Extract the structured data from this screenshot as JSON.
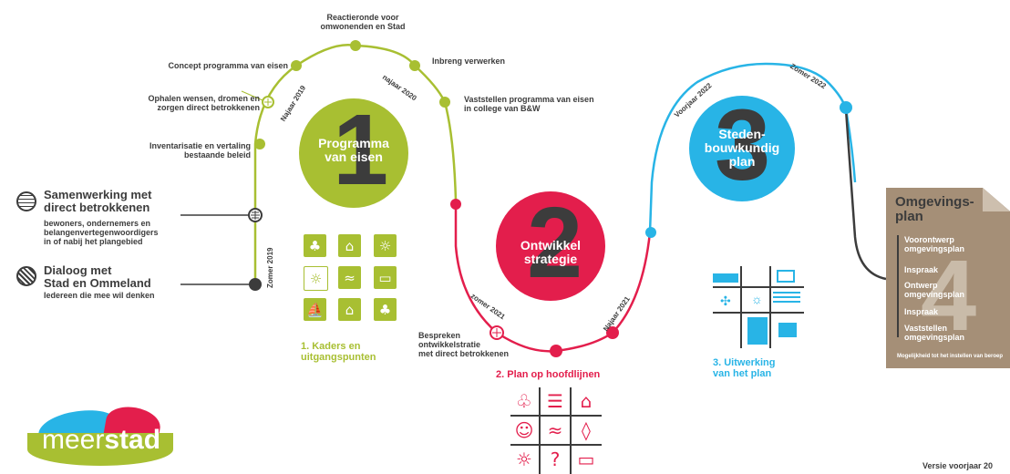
{
  "colors": {
    "green": "#a8bf32",
    "red": "#e31e4c",
    "blue": "#28b4e6",
    "brown": "#a58f77",
    "dark": "#3c3c3c"
  },
  "phase1": {
    "number": "1",
    "title": "Programma\nvan eisen",
    "caption": "1. Kaders en\nuitgangspunten"
  },
  "phase2": {
    "number": "2",
    "title": "Ontwikkel\nstrategie",
    "caption": "2. Plan op hoofdlijnen"
  },
  "phase3": {
    "number": "3",
    "title": "Steden-\nbouwkundig\nplan",
    "caption": "3. Uitwerking\nvan het plan"
  },
  "phase4": {
    "number": "4",
    "title": "Omgevings-\nplan",
    "steps": [
      "Voorontwerp\nomgevingsplan",
      "Inspraak",
      "Ontwerp\nomgevingsplan",
      "Inspraak",
      "Vaststellen\nomgevingsplan"
    ],
    "note": "Mogelijkheid tot het instellen van beroep"
  },
  "milestones": {
    "reactieronde": "Reactieronde voor\nomwonenden en Stad",
    "concept": "Concept programma van eisen",
    "inbreng": "Inbreng verwerken",
    "ophalen": "Ophalen wensen, dromen en\nzorgen direct betrokkenen",
    "vaststellen": "Vaststellen programma van eisen\nin college van B&W",
    "inventarisatie": "Inventarisatie en vertaling\nbestaande beleid",
    "bespreken": "Bespreken\nontwikkelstratie\nmet direct betrokkenen"
  },
  "periods": {
    "najaar2019": "Najaar 2019",
    "najaar2020": "najaar 2020",
    "zomer2019": "Zomer 2019",
    "zomer2021": "zomer 2021",
    "najaar2021": "Najaar 2021",
    "voorjaar2022": "Voorjaar 2022",
    "zomer2022": "Zomer 2022"
  },
  "legend": {
    "samenwerking_title": "Samenwerking met\ndirect betrokkenen",
    "samenwerking_sub": "bewoners, ondernemers en\nbelangenvertegenwoordigers\nin of nabij het plangebied",
    "dialoog_title": "Dialoog met\nStad en Ommeland",
    "dialoog_sub": "Iedereen die mee wil denken"
  },
  "logo": {
    "part1": "meer",
    "part2": "stad"
  },
  "footer": {
    "version": "Versie voorjaar 20"
  },
  "icons": {
    "phase1_tiles": [
      "tree-icon",
      "house-icon",
      "bulb-icon",
      "bulb-icon",
      "water-icon",
      "bus-icon",
      "ship-icon",
      "house-icon",
      "tree-icon"
    ],
    "phase2_tiles": [
      "tree-icon",
      "list-icon",
      "house-icon",
      "smiley-icon",
      "water-icon",
      "leaf-icon",
      "bulb-icon",
      "question-icon",
      "bus-icon"
    ]
  }
}
